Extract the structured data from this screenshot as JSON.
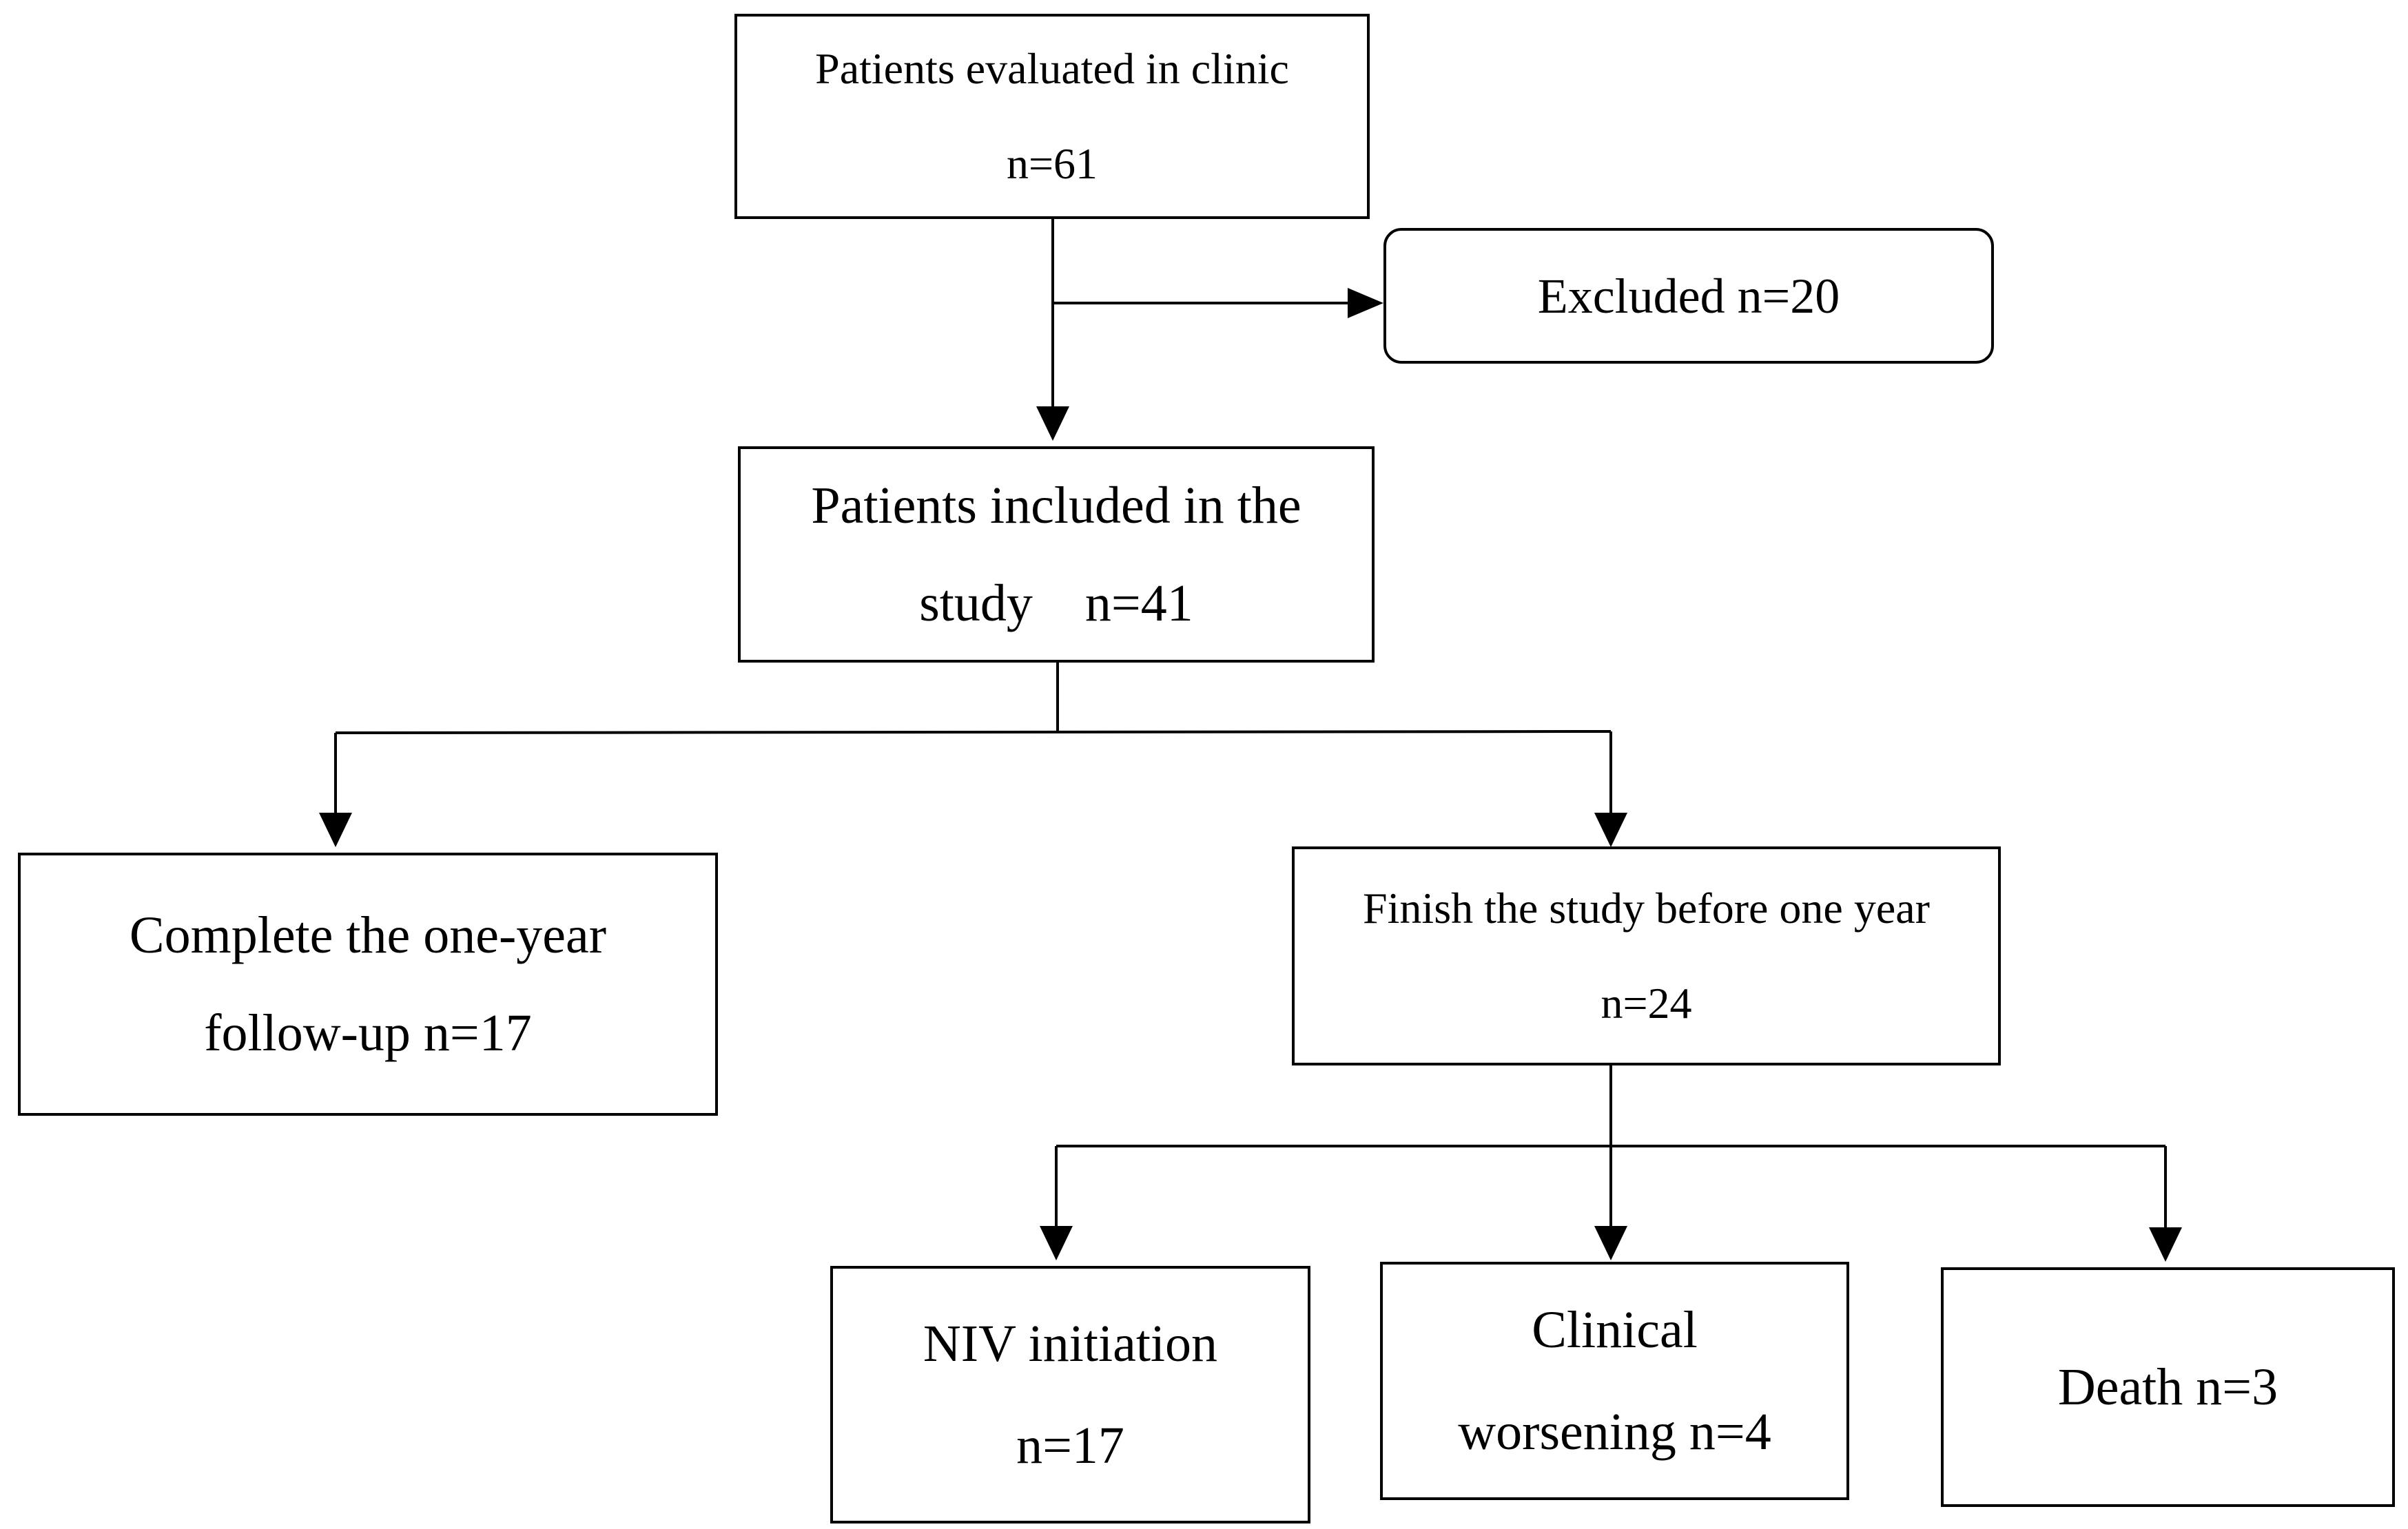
{
  "boxes": {
    "evaluated": {
      "line1": "Patients evaluated in clinic",
      "line2": "n=61"
    },
    "excluded": {
      "line1": "Excluded n=20"
    },
    "included": {
      "line1": "Patients included in the",
      "line2": "study    n=41"
    },
    "complete": {
      "line1": "Complete the one-year",
      "line2": "follow-up n=17"
    },
    "finish": {
      "line1": "Finish the study before one year",
      "line2": "n=24"
    },
    "niv": {
      "line1": "NIV initiation",
      "line2": "n=17"
    },
    "worsening": {
      "line1": "Clinical",
      "line2": "worsening n=4"
    },
    "death": {
      "line1": "Death n=3"
    }
  }
}
